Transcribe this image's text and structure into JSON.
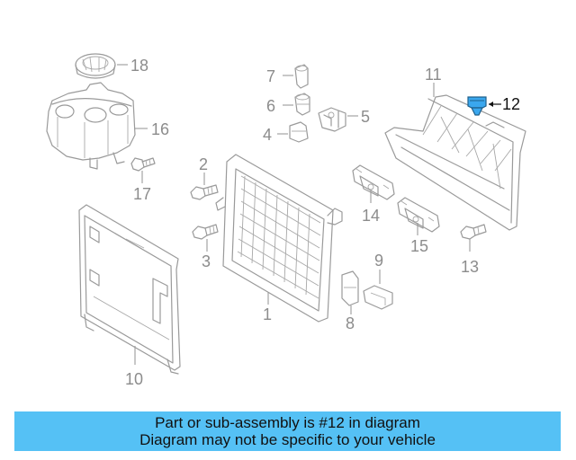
{
  "diagram": {
    "callouts": {
      "c1": "1",
      "c2": "2",
      "c3": "3",
      "c4": "4",
      "c5": "5",
      "c6": "6",
      "c7": "7",
      "c8": "8",
      "c9": "9",
      "c10": "10",
      "c11": "11",
      "c12": "12",
      "c13": "13",
      "c14": "14",
      "c15": "15",
      "c16": "16",
      "c17": "17",
      "c18": "18"
    },
    "highlighted_part": "12",
    "colors": {
      "line_art": "#9a9a9a",
      "highlight": "#3aa7ee",
      "banner": "#55c1f5"
    }
  },
  "banner": {
    "line1": "Part or sub-assembly is #12 in diagram",
    "line2": "Diagram may not be specific to your vehicle"
  }
}
